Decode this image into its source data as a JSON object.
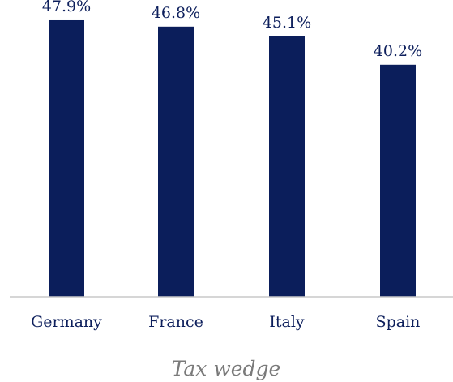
{
  "chart_data": {
    "type": "bar",
    "categories": [
      "Germany",
      "France",
      "Italy",
      "Spain"
    ],
    "values": [
      47.9,
      46.8,
      45.1,
      40.2
    ],
    "value_labels": [
      "47.9%",
      "46.8%",
      "45.1%",
      "40.2%"
    ],
    "unit": "%",
    "xlabel": "Tax wedge",
    "ylabel": "",
    "ylim": [
      0,
      48.6
    ],
    "grid": false,
    "bar_color": "#0b1e5b",
    "label_color": "#0d1f5c",
    "axis_color": "#c9c9c9",
    "xlabel_color": "#7a7a7a"
  }
}
